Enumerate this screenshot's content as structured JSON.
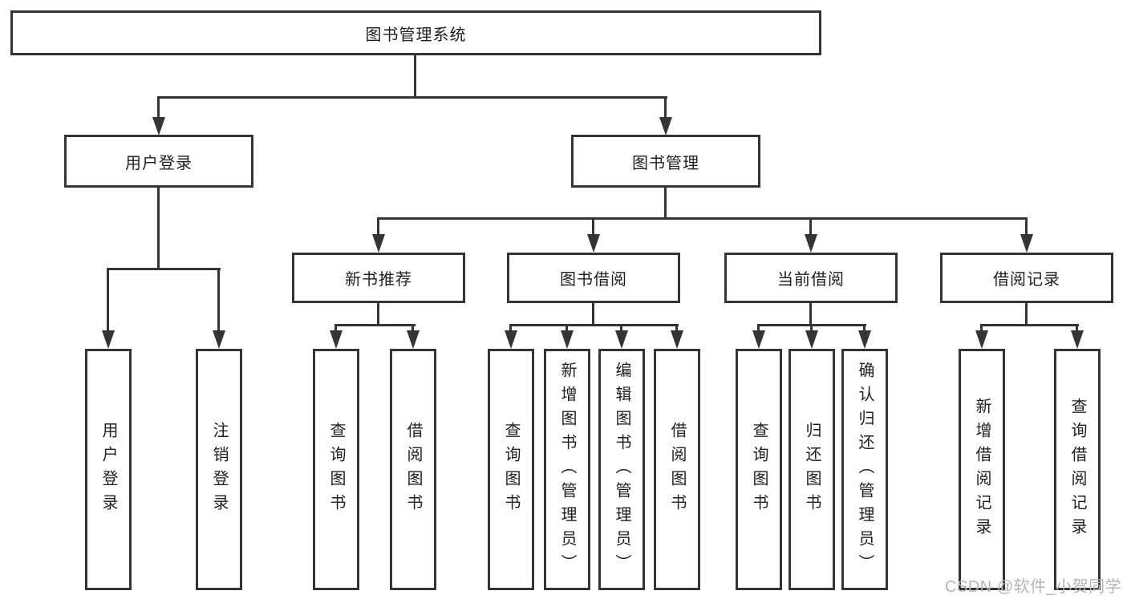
{
  "tree": {
    "root": {
      "label": "图书管理系统"
    },
    "branches": [
      {
        "label": "用户登录",
        "children": [
          {
            "label": "用户登录"
          },
          {
            "label": "注销登录"
          }
        ]
      },
      {
        "label": "图书管理",
        "children": [
          {
            "label": "新书推荐",
            "children": [
              {
                "label": "查询图书"
              },
              {
                "label": "借阅图书"
              }
            ]
          },
          {
            "label": "图书借阅",
            "children": [
              {
                "label": "查询图书"
              },
              {
                "label": "新增图书（管理员）"
              },
              {
                "label": "编辑图书（管理员）"
              },
              {
                "label": "借阅图书"
              }
            ]
          },
          {
            "label": "当前借阅",
            "children": [
              {
                "label": "查询图书"
              },
              {
                "label": "归还图书"
              },
              {
                "label": "确认归还（管理员）"
              }
            ]
          },
          {
            "label": "借阅记录",
            "children": [
              {
                "label": "新增借阅记录"
              },
              {
                "label": "查询借阅记录"
              }
            ]
          }
        ]
      }
    ]
  },
  "watermark": {
    "text": "CSDN @软件_小贺同学"
  },
  "colors": {
    "border": "#343434",
    "text": "#1f1f1f",
    "watermark": "#b5b5b5",
    "background": "#ffffff"
  }
}
